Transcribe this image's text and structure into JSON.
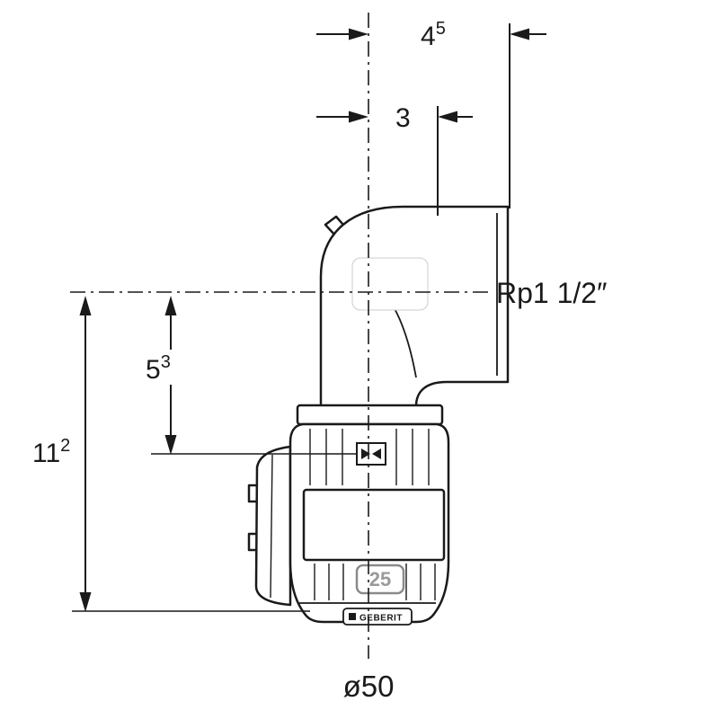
{
  "drawing": {
    "dims": {
      "top": {
        "base": "4",
        "sup": "5"
      },
      "mid": {
        "base": "3"
      },
      "left_outer": {
        "base": "11",
        "sup": "2"
      },
      "left_inner": {
        "base": "5",
        "sup": "3"
      },
      "thread": "Rp1 1/2″",
      "diameter": "ø50"
    },
    "fitting": {
      "size": "25",
      "brand": "GEBERIT"
    }
  }
}
